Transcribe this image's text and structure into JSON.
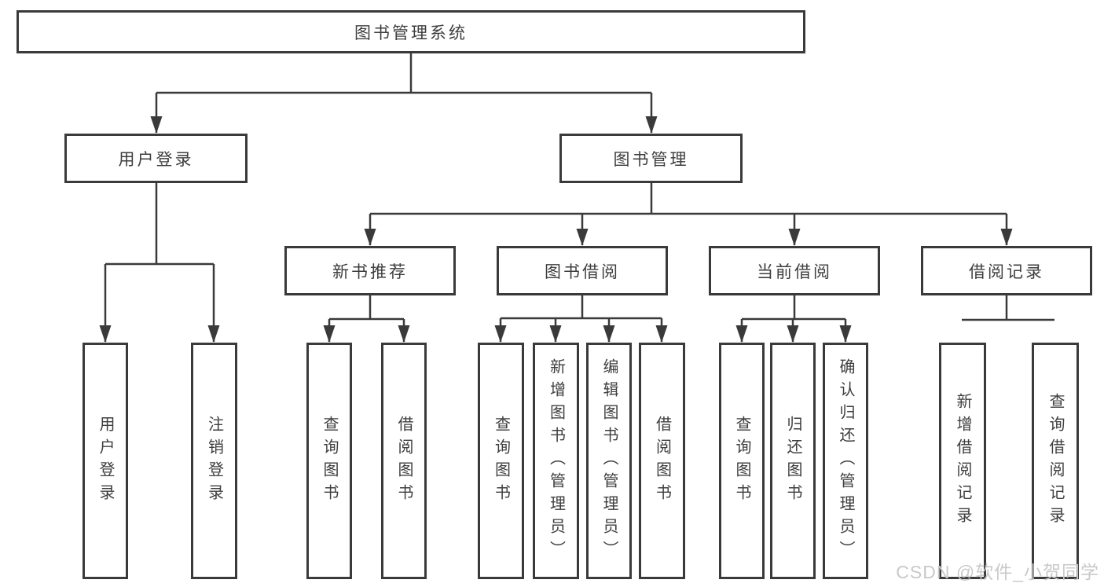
{
  "diagram": {
    "type": "hierarchy-tree",
    "orientation": "top-down"
  },
  "nodes": {
    "l1": {
      "label": "图书管理系统"
    },
    "l2": [
      {
        "label": "用户登录",
        "children": [
          "用户登录",
          "注销登录"
        ]
      },
      {
        "label": "图书管理",
        "children": [
          "新书推荐",
          "图书借阅",
          "当前借阅",
          "借阅记录"
        ]
      }
    ],
    "l3": [
      {
        "label": "新书推荐",
        "parent": "图书管理",
        "children": [
          "查询图书",
          "借阅图书"
        ]
      },
      {
        "label": "图书借阅",
        "parent": "图书管理",
        "children": [
          "查询图书",
          "新增图书（管理员）",
          "编辑图书（管理员）",
          "借阅图书"
        ]
      },
      {
        "label": "当前借阅",
        "parent": "图书管理",
        "children": [
          "查询图书",
          "归还图书",
          "确认归还（管理员）"
        ]
      },
      {
        "label": "借阅记录",
        "parent": "图书管理",
        "children": [
          "新增借阅记录",
          "查询借阅记录"
        ]
      }
    ],
    "l4": [
      {
        "label": "用户登录",
        "parent": "用户登录"
      },
      {
        "label": "注销登录",
        "parent": "用户登录"
      },
      {
        "label": "查询图书",
        "parent": "新书推荐"
      },
      {
        "label": "借阅图书",
        "parent": "新书推荐"
      },
      {
        "label": "查询图书",
        "parent": "图书借阅"
      },
      {
        "label": "新增图书（管理员）",
        "parent": "图书借阅"
      },
      {
        "label": "编辑图书（管理员）",
        "parent": "图书借阅"
      },
      {
        "label": "借阅图书",
        "parent": "图书借阅"
      },
      {
        "label": "查询图书",
        "parent": "当前借阅"
      },
      {
        "label": "归还图书",
        "parent": "当前借阅"
      },
      {
        "label": "确认归还（管理员）",
        "parent": "当前借阅"
      },
      {
        "label": "新增借阅记录",
        "parent": "借阅记录"
      },
      {
        "label": "查询借阅记录",
        "parent": "借阅记录"
      }
    ]
  },
  "watermark": {
    "text": "CSDN @软件_小贺同学"
  },
  "colors": {
    "line": "#3a3a3a",
    "text": "#3e3e3e",
    "background": "#ffffff",
    "watermark": "#c9c9c9"
  }
}
